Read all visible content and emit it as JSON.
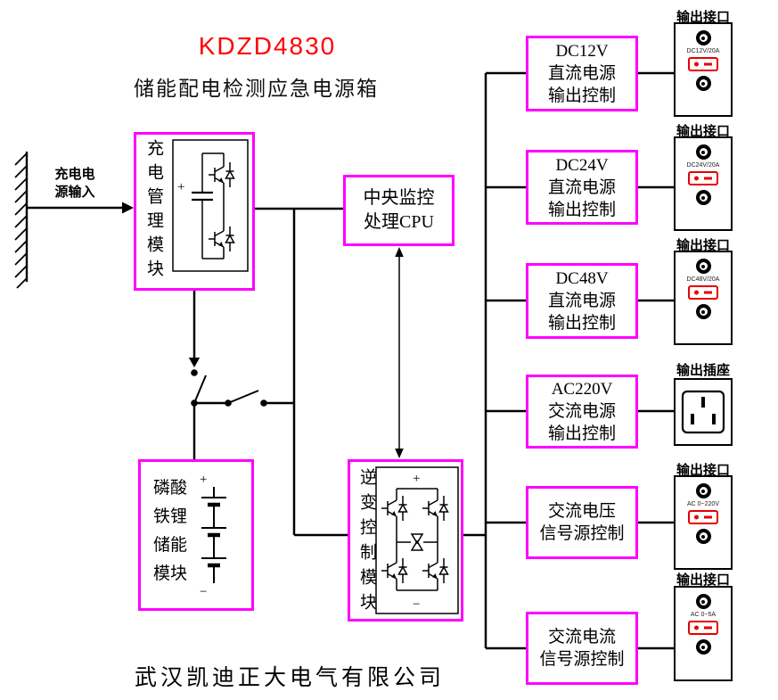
{
  "title": "KDZD4830",
  "subtitle": "储能配电检测应急电源箱",
  "footer": "武汉凯迪正大电气有限公司",
  "input": {
    "line1": "充电电",
    "line2": "源输入"
  },
  "modules": {
    "charge_label": "充电管理模块",
    "cpu_line1": "中央监控",
    "cpu_line2": "处理CPU",
    "battery_label": "磷酸铁锂储能模块",
    "inverter_label": "逆变控制模块"
  },
  "symbols": {
    "plus": "+",
    "minus": "−"
  },
  "outputs": [
    {
      "line1": "DC12V",
      "line2": "直流电源",
      "line3": "输出控制",
      "port_label": "输出接口",
      "port_text": "DC12V/20A"
    },
    {
      "line1": "DC24V",
      "line2": "直流电源",
      "line3": "输出控制",
      "port_label": "输出接口",
      "port_text": "DC24V/20A"
    },
    {
      "line1": "DC48V",
      "line2": "直流电源",
      "line3": "输出控制",
      "port_label": "输出接口",
      "port_text": "DC48V/20A"
    },
    {
      "line1": "AC220V",
      "line2": "交流电源",
      "line3": "输出控制",
      "port_label": "输出插座"
    },
    {
      "line1": "交流电压",
      "line2": "信号源控制",
      "port_label": "输出接口",
      "port_text": "AC 0~220V"
    },
    {
      "line1": "交流电流",
      "line2": "信号源控制",
      "port_label": "输出接口",
      "port_text": "AC 0~5A"
    }
  ],
  "colors": {
    "accent": "#ff00ff",
    "title_red": "#ff0000",
    "switch_red": "#e60000"
  }
}
